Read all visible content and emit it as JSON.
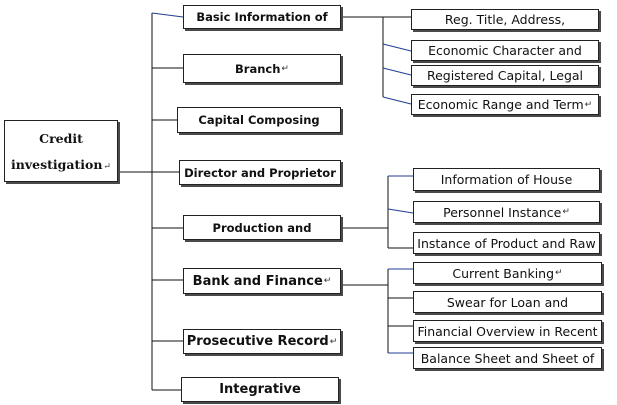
{
  "root": {
    "line1": "Credit",
    "line2": "investigation"
  },
  "categories": [
    {
      "label": "Basic Information of"
    },
    {
      "label": "Branch"
    },
    {
      "label": "Capital Composing"
    },
    {
      "label": "Director and Proprietor"
    },
    {
      "label": "Production and"
    },
    {
      "label": "Bank and Finance"
    },
    {
      "label": "Prosecutive Record"
    },
    {
      "label": "Integrative"
    }
  ],
  "details": {
    "basic_information": [
      "Reg. Title, Address,",
      "Economic Character and",
      "Registered Capital, Legal",
      "Economic Range and Term"
    ],
    "production": [
      "Information of House",
      "Personnel Instance",
      "Instance of Product and Raw"
    ],
    "bank_and_finance": [
      "Current Banking",
      "Swear for Loan and",
      "Financial Overview in Recent",
      "Balance Sheet and Sheet of"
    ]
  },
  "paragraph_mark": "↵"
}
